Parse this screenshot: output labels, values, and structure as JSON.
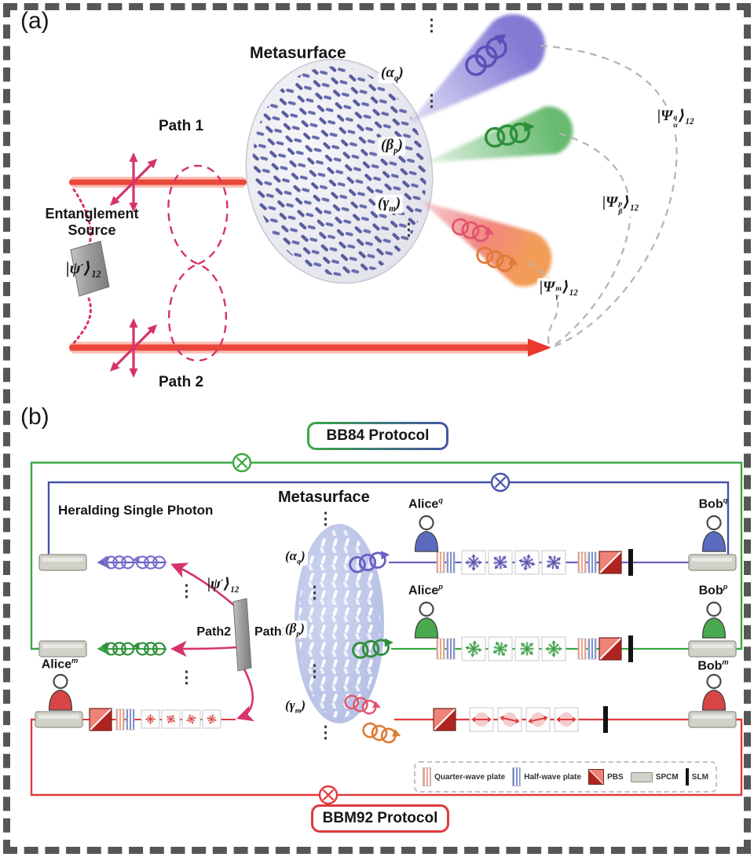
{
  "panel_a": {
    "label": "(a)",
    "metasurface_label": "Metasurface",
    "path1_label": "Path 1",
    "path2_label": "Path 2",
    "source_line1": "Entanglement",
    "source_line2": "Source",
    "psi": {
      "base": "|ψ",
      "sup": "-",
      "ket": "⟩",
      "idx": "12"
    },
    "orders": {
      "alpha": {
        "pre": "(α",
        "sub": "q",
        "post": ")"
      },
      "beta": {
        "pre": "(β",
        "sub": "p",
        "post": ")"
      },
      "gamma": {
        "pre": "(γ",
        "sub": "m",
        "post": ")"
      }
    },
    "states": {
      "alpha": {
        "base": "|Ψ",
        "sup": "q",
        "sub": "α",
        "ket": "⟩",
        "idx": "12"
      },
      "beta": {
        "base": "|Ψ",
        "sup": "p",
        "sub": "β",
        "ket": "⟩",
        "idx": "12"
      },
      "gamma": {
        "base": "|Ψ",
        "sup": "m",
        "sub": "γ",
        "ket": "⟩",
        "idx": "12"
      }
    },
    "dots": "⋮"
  },
  "panel_b": {
    "label": "(b)",
    "bb84_label": "BB84 Protocol",
    "bbm92_label": "BBM92 Protocol",
    "heralding_label": "Heralding Single Photon",
    "metasurface_label": "Metasurface",
    "path1_label": "Path1",
    "path2_label": "Path2",
    "psi": {
      "base": "|ψ",
      "sup": "-",
      "ket": "⟩",
      "idx": "12"
    },
    "orders": {
      "alpha": {
        "pre": "(α",
        "sub": "q",
        "post": ")"
      },
      "beta": {
        "pre": "(β",
        "sub": "p",
        "post": ")"
      },
      "gamma": {
        "pre": "(γ",
        "sub": "m",
        "post": ")"
      }
    },
    "people": {
      "alice_q": {
        "name": "Alice",
        "sup": "q"
      },
      "alice_p": {
        "name": "Alice",
        "sup": "p"
      },
      "alice_m": {
        "name": "Alice",
        "sup": "m"
      },
      "bob_q": {
        "name": "Bob",
        "sup": "q"
      },
      "bob_p": {
        "name": "Bob",
        "sup": "p"
      },
      "bob_m": {
        "name": "Bob",
        "sup": "m"
      }
    },
    "legend": {
      "items": [
        {
          "label": "Quarter-wave plate"
        },
        {
          "label": "Half-wave plate"
        },
        {
          "label": "PBS"
        },
        {
          "label": "SPCM"
        },
        {
          "label": "SLM"
        }
      ]
    },
    "dots": "⋮"
  },
  "colors": {
    "purple": "#5b54b0",
    "blue_loop": "#4653a8",
    "green": "#3aa843",
    "red": "#e03a3c",
    "crimson": "#d6336c",
    "beam_red": "#e8392b",
    "gray_dashed": "#b3b3b3"
  }
}
